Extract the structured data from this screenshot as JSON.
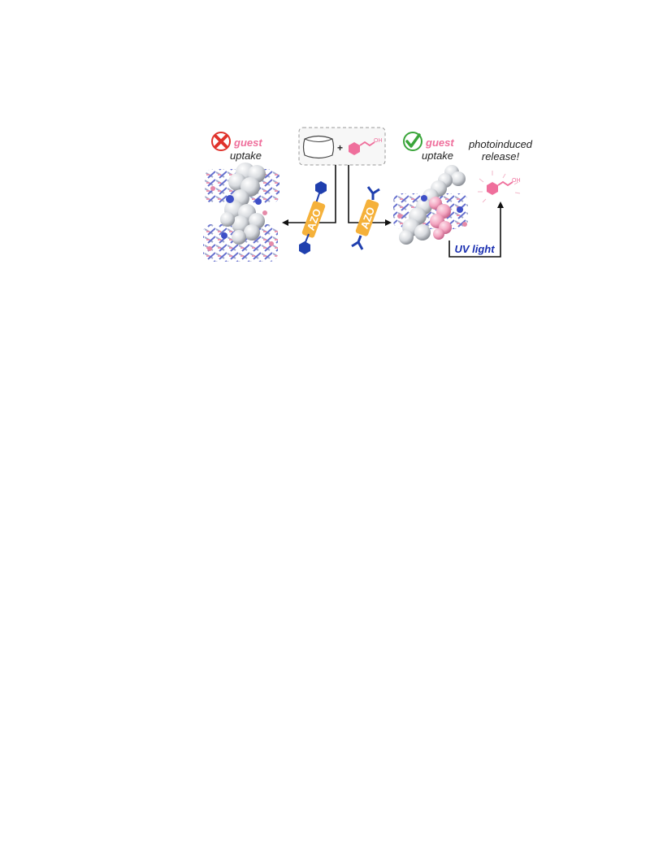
{
  "left_panel": {
    "status_icon": "cross-icon",
    "status_color": "#e0322b",
    "guest_label": "guest",
    "uptake_label": "uptake"
  },
  "center_box": {
    "plus_sign": "+",
    "guest_oh_label": "OH"
  },
  "left_linker": {
    "label": "AZO",
    "end_group": "hexagon"
  },
  "right_linker": {
    "label": "AZO",
    "end_group": "tri-branch"
  },
  "right_panel": {
    "status_icon": "check-icon",
    "status_color": "#3aa53a",
    "guest_label": "guest",
    "uptake_label": "uptake"
  },
  "release": {
    "title_line1": "photoinduced",
    "title_line2": "release!",
    "guest_oh_label": "OH"
  },
  "uv_label": "UV light",
  "colors": {
    "guest_pink": "#ef6f9c",
    "linker_orange": "#f5b13a",
    "linker_blue": "#1f3fae",
    "uv_blue": "#1a2fb0"
  }
}
